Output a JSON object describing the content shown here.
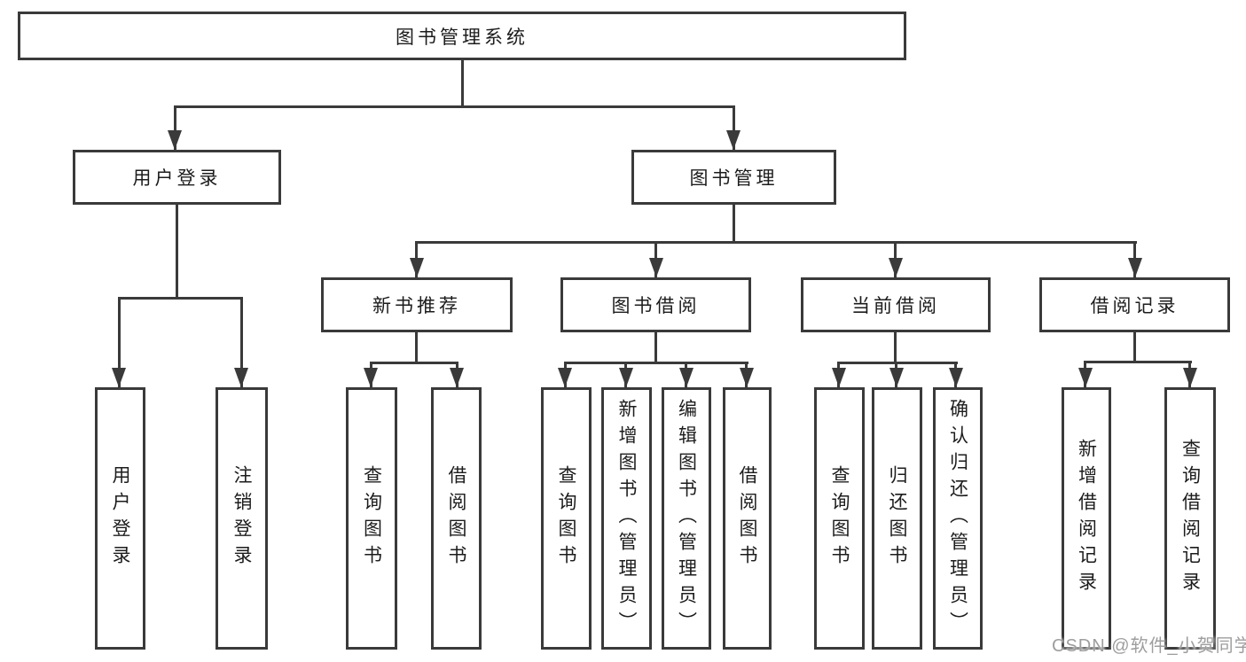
{
  "diagram_title": "图书管理系统",
  "tree": {
    "root": {
      "label": "图书管理系统"
    },
    "branches": [
      {
        "label": "用户登录",
        "children": [
          {
            "label": "用户登录"
          },
          {
            "label": "注销登录"
          }
        ]
      },
      {
        "label": "图书管理",
        "children": [
          {
            "label": "新书推荐",
            "children": [
              {
                "label": "查询图书"
              },
              {
                "label": "借阅图书"
              }
            ]
          },
          {
            "label": "图书借阅",
            "children": [
              {
                "label": "查询图书"
              },
              {
                "label": "新增图书（管理员）"
              },
              {
                "label": "编辑图书（管理员）"
              },
              {
                "label": "借阅图书"
              }
            ]
          },
          {
            "label": "当前借阅",
            "children": [
              {
                "label": "查询图书"
              },
              {
                "label": "归还图书"
              },
              {
                "label": "确认归还（管理员）"
              }
            ]
          },
          {
            "label": "借阅记录",
            "children": [
              {
                "label": "新增借阅记录"
              },
              {
                "label": "查询借阅记录"
              }
            ]
          }
        ]
      }
    ]
  },
  "watermark": {
    "text": "CSDN @软件_小贺同学"
  },
  "colors": {
    "line": "#3a3a3a",
    "text": "#1c1c1c",
    "background": "#ffffff",
    "watermark": "#9e9e9e"
  }
}
